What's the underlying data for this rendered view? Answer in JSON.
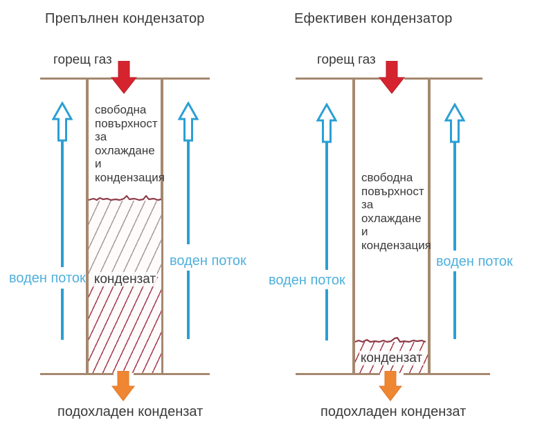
{
  "diagram": {
    "panels": [
      {
        "title": "Препълнен кондензатор",
        "hot_gas_label": "горещ газ",
        "free_surface_text": "свободна\nповърхност\nза\nохлаждане\nи\nкондензация",
        "condensate_label": "кондензат",
        "water_flow_left_label": "воден поток",
        "water_flow_right_label": "воден поток",
        "outlet_label": "подохладен кондензат"
      },
      {
        "title": "Ефективен кондензатор",
        "hot_gas_label": "горещ газ",
        "free_surface_text": "свободна\nповърхност\nза\nохлаждане\nи\nкондензация",
        "condensate_label": "кондензат",
        "water_flow_left_label": "воден поток",
        "water_flow_right_label": "воден поток",
        "outlet_label": "подохладен  кондензат"
      }
    ],
    "colors": {
      "pipe_wall": "#a5886e",
      "hot_gas_arrow": "#d6242f",
      "outlet_arrow": "#ef8632",
      "water_arrow": "#2b9fd4",
      "water_text": "#4fb0dc",
      "body_text": "#3a3a3a",
      "condensate_surface_line": "#8e3a48",
      "condensate_hatch_red": "#a03c4c",
      "condensate_hatch_gray": "#a49b98"
    }
  }
}
